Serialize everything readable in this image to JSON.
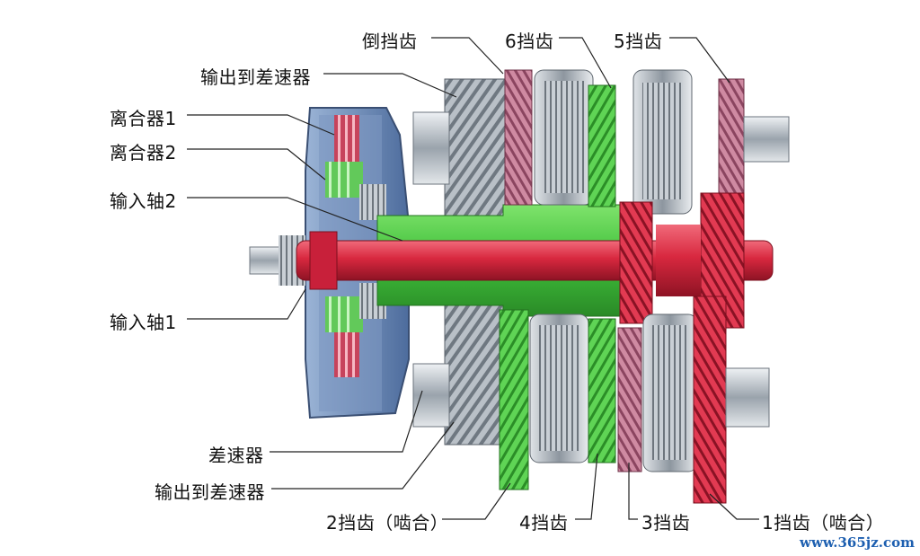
{
  "labels": {
    "reverse_gear": "倒挡齿",
    "gear6": "6挡齿",
    "gear5": "5挡齿",
    "output_to_diff_top": "输出到差速器",
    "clutch1": "离合器1",
    "clutch2": "离合器2",
    "input_shaft2": "输入轴2",
    "input_shaft1": "输入轴1",
    "differential": "差速器",
    "output_to_diff_bottom": "输出到差速器",
    "gear2": "2挡齿（啮合）",
    "gear4": "4挡齿",
    "gear3": "3挡齿",
    "gear1": "1挡齿（啮合）"
  },
  "watermark": "www.365jz.com",
  "colors": {
    "shaft_red": "#d8283f",
    "gear_green": "#3fbf3a",
    "gear_pink": "#b86a84",
    "steel": "#a9b2ba",
    "housing_blue": "#5f7fae",
    "leader": "#222222"
  }
}
